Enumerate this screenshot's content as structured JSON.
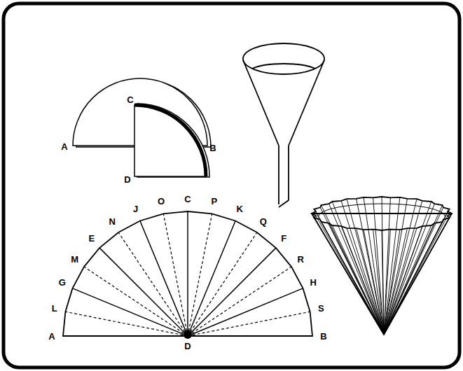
{
  "diagram": {
    "labels": [
      "A",
      "B",
      "C",
      "D",
      "A",
      "L",
      "G",
      "M",
      "E",
      "N",
      "J",
      "O",
      "C",
      "P",
      "K",
      "Q",
      "F",
      "R",
      "H",
      "S",
      "B",
      "D"
    ]
  }
}
